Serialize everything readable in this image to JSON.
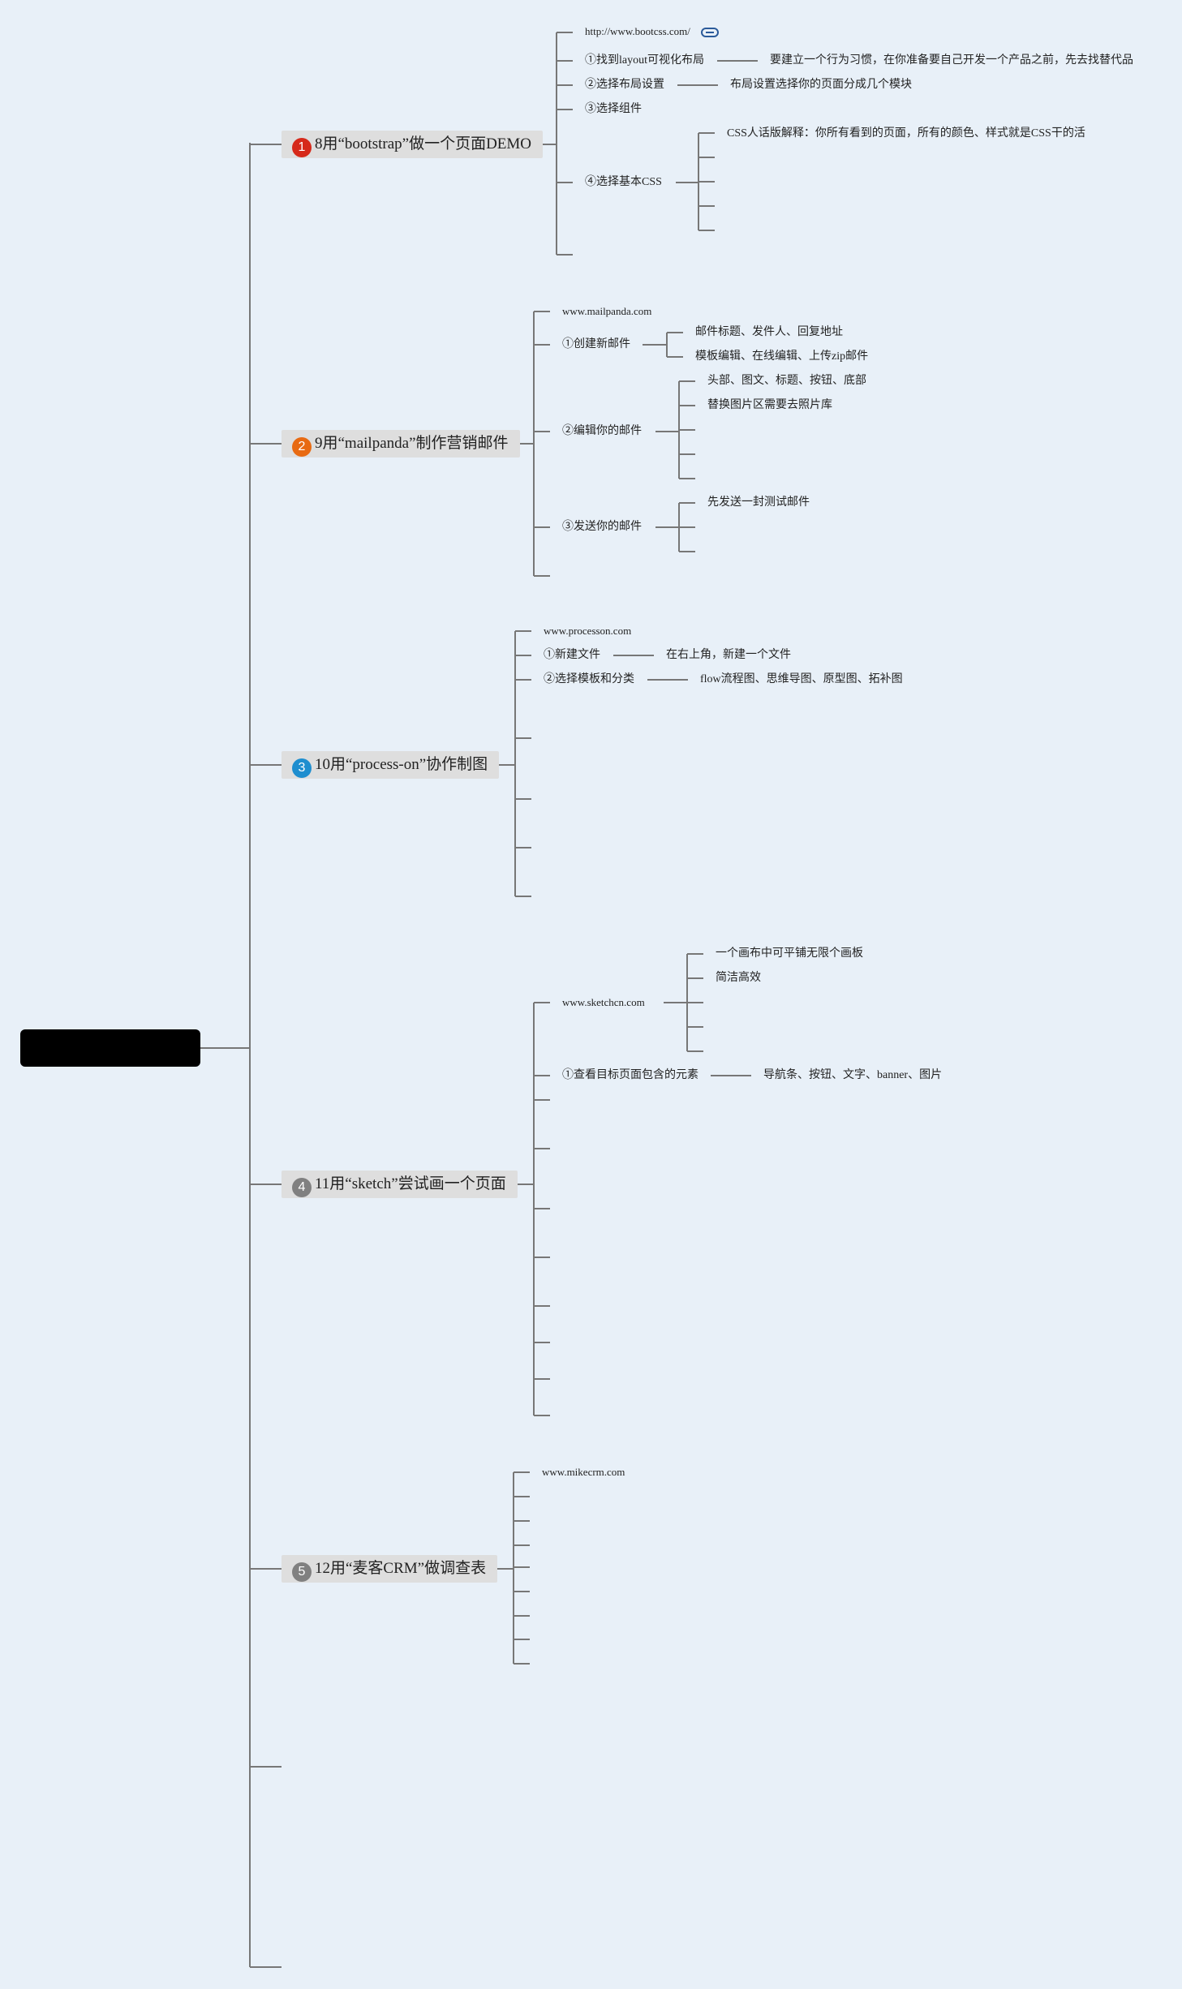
{
  "root": {
    "label": ""
  },
  "branches": [
    {
      "num": "1",
      "color": "#d6291a",
      "label": "8用“bootstrap”做一个页面DEMO",
      "children": [
        "http://www.bootcss.com/",
        "①找到layout可视化布局",
        "要建立一个行为习惯，在你准备要自己开发一个产品之前，先去找替代品",
        "②选择布局设置",
        "布局设置选择你的页面分成几个模块",
        "③选择组件",
        "④选择基本CSS",
        "CSS人话版解释：你所有看到的页面，所有的颜色、样式就是CSS干的活"
      ]
    },
    {
      "num": "2",
      "color": "#e86a12",
      "label": "9用“mailpanda”制作营销邮件",
      "children": [
        "www.mailpanda.com",
        "①创建新邮件",
        "邮件标题、发件人、回复地址",
        "模板编辑、在线编辑、上传zip邮件",
        "②编辑你的邮件",
        "头部、图文、标题、按钮、底部",
        "替换图片区需要去照片库",
        "③发送你的邮件",
        "先发送一封测试邮件"
      ]
    },
    {
      "num": "3",
      "color": "#1e8ecf",
      "label": "10用“process-on”协作制图",
      "children": [
        "www.processon.com",
        "①新建文件",
        "在右上角，新建一个文件",
        "②选择模板和分类",
        "flow流程图、思维导图、原型图、拓补图"
      ]
    },
    {
      "num": "4",
      "color": "#808080",
      "label": "11用“sketch”尝试画一个页面",
      "children": [
        "www.sketchcn.com",
        "一个画布中可平铺无限个画板",
        "简洁高效",
        "①查看目标页面包含的元素",
        "导航条、按钮、文字、banner、图片"
      ]
    },
    {
      "num": "5",
      "color": "#808080",
      "label": "12用“麦客CRM”做调查表",
      "children": [
        "www.mikecrm.com"
      ]
    }
  ]
}
